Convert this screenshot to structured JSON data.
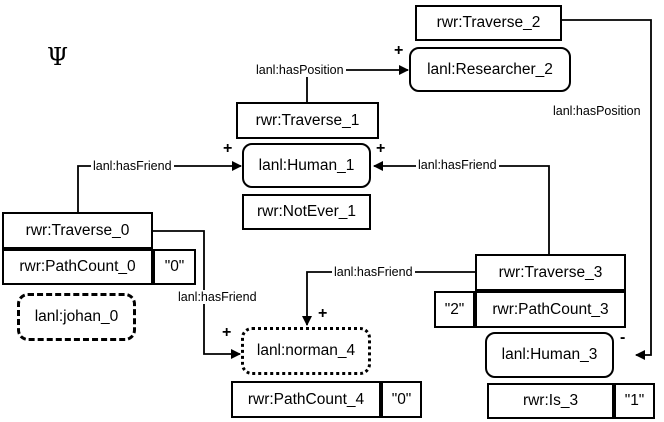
{
  "symbol": "Ψ",
  "nodes": {
    "traverse_2": "rwr:Traverse_2",
    "researcher_2": "lanl:Researcher_2",
    "traverse_1": "rwr:Traverse_1",
    "human_1": "lanl:Human_1",
    "notever_1": "rwr:NotEver_1",
    "traverse_0": "rwr:Traverse_0",
    "pathcount_0": "rwr:PathCount_0",
    "pathcount_0_value": "\"0\"",
    "johan_0": "lanl:johan_0",
    "norman_4": "lanl:norman_4",
    "pathcount_4": "rwr:PathCount_4",
    "pathcount_4_value": "\"0\"",
    "traverse_3": "rwr:Traverse_3",
    "pathcount_3": "rwr:PathCount_3",
    "pathcount_3_value": "\"2\"",
    "human_3": "lanl:Human_3",
    "is_3": "rwr:Is_3",
    "is_3_value": "\"1\""
  },
  "edges": {
    "haspos_1": "lanl:hasPosition",
    "haspos_2": "lanl:hasPosition",
    "hasfriend_0_human1": "lanl:hasFriend",
    "hasfriend_3_human1": "lanl:hasFriend",
    "hasfriend_3_norman": "lanl:hasFriend",
    "hasfriend_0_norman": "lanl:hasFriend"
  },
  "signs": {
    "researcher_plus": "+",
    "human1_left_plus": "+",
    "human1_right_plus": "+",
    "norman_left_plus": "+",
    "norman_top_plus": "+",
    "human3_minus": "-"
  }
}
